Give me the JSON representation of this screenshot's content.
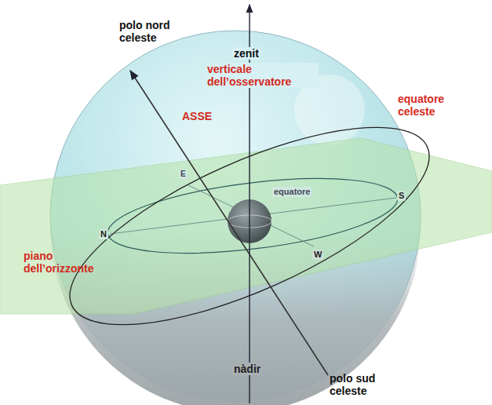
{
  "diagram": {
    "labels": [
      "polo nord celeste",
      "zenit",
      "verticale dell’osservatore",
      "ASSE",
      "equatore celeste",
      "E",
      "equatore",
      "S",
      "N",
      "W",
      "piano dell’orizzonte",
      "nàdir",
      "polo sud celeste"
    ]
  }
}
